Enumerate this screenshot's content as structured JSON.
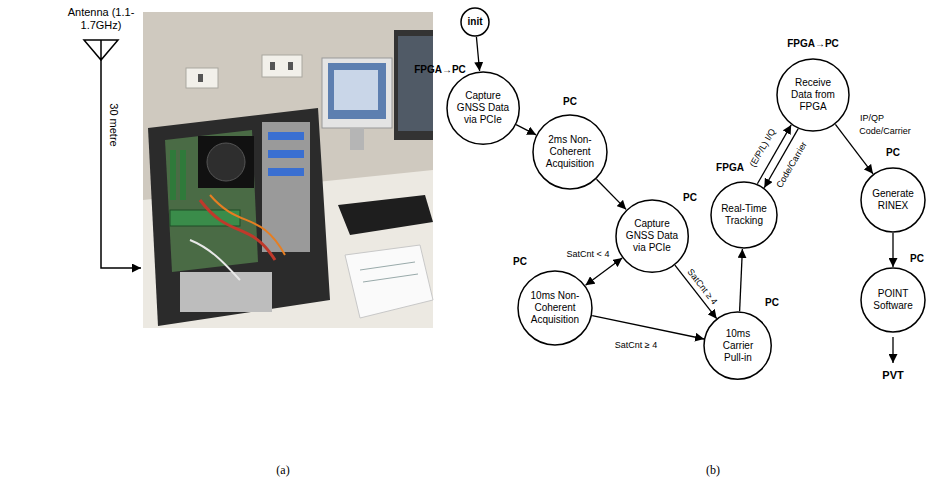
{
  "diagram": {
    "nodes": [
      {
        "text": [
          "init"
        ]
      },
      {
        "text": [
          "FPGA→PC",
          "Capture GNSS Data via PCIe"
        ]
      },
      {
        "text": [
          "PC",
          "2ms Non-Coherent Acquisition"
        ]
      },
      {
        "text": [
          "PC",
          "Capture GNSS Data via PCIe"
        ]
      },
      {
        "text": [
          "PC",
          "10ms Non-Coherent Acquisition"
        ]
      },
      {
        "text": [
          "PC",
          "10ms Carrier Pull-in"
        ]
      },
      {
        "text": [
          "FPGA",
          "Real-Time Tracking"
        ]
      },
      {
        "text": [
          "FPGA→PC",
          "Receive Data from FPGA"
        ]
      },
      {
        "text": [
          "PC",
          "Generate RINEX"
        ]
      },
      {
        "text": [
          "PC",
          "POINT Software"
        ]
      }
    ],
    "edges": [
      {
        "from": 0,
        "to": 1,
        "arrow": "to"
      },
      {
        "from": 1,
        "to": 2,
        "arrow": "to"
      },
      {
        "from": 2,
        "to": 3,
        "arrow": "to"
      },
      {
        "from": 3,
        "to": 4,
        "label": "SatCnt < 4",
        "arrow": "both"
      },
      {
        "from": 3,
        "to": 5,
        "label": "SatCnt ≥ 4",
        "arrow": "to"
      },
      {
        "from": 4,
        "to": 5,
        "label": "SatCnt ≥ 4",
        "arrow": "to"
      },
      {
        "from": 5,
        "to": 6,
        "arrow": "to"
      },
      {
        "from": 6,
        "to": 7,
        "label": "(E/P/L) I/Q",
        "arrow": "to"
      },
      {
        "from": 7,
        "to": 6,
        "label": "Code/Carrier",
        "arrow": "to"
      },
      {
        "from": 7,
        "to": 8,
        "label": "IP/QP",
        "arrow": "to"
      },
      {
        "from": 8,
        "to": 9,
        "arrow": "to"
      }
    ],
    "labels": [
      "Antenna (1.1-1.7GHz)",
      "30 metre",
      "(a)",
      "Code/Carrier",
      "PVT",
      "(b)"
    ]
  }
}
